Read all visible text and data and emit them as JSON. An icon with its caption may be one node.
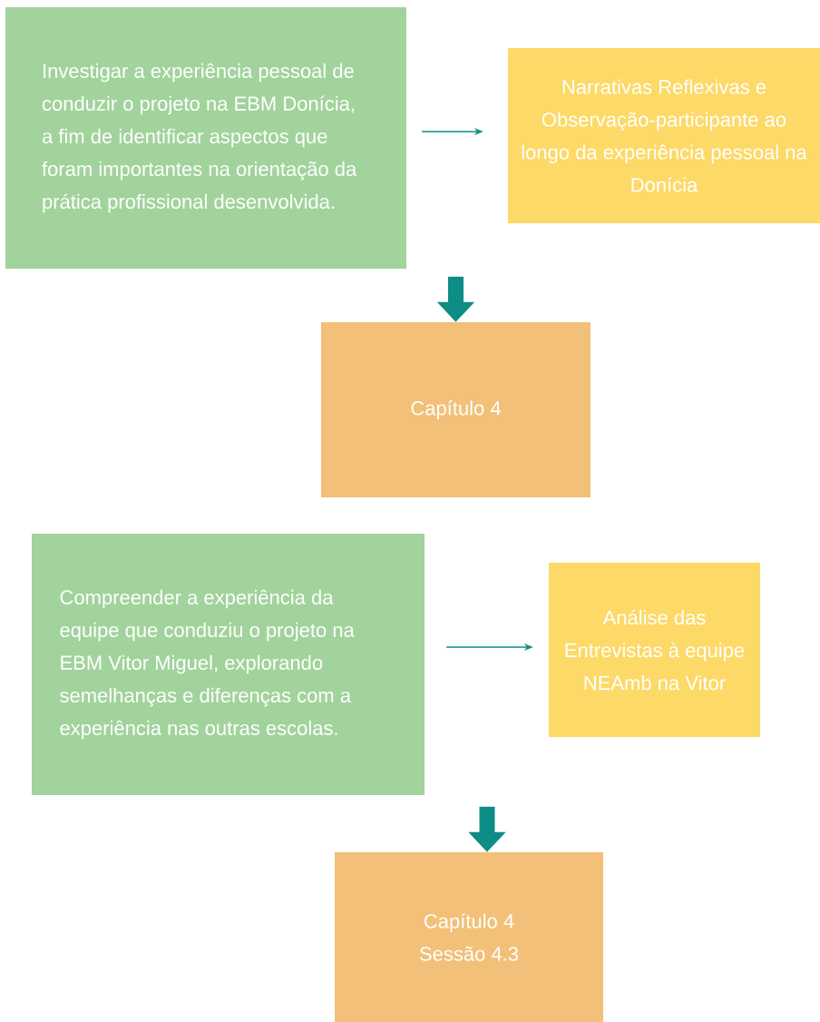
{
  "diagram": {
    "nodes": [
      {
        "text": [
          "Investigar a experiência pessoal de conduzir o projeto na EBM Donícia, a fim de identificar aspectos que foram importantes na orientação da prática profissional desenvolvida."
        ]
      },
      {
        "text": [
          "Narrativas Reflexivas e Observação-participante ao longo da experiência pessoal na Donícia"
        ]
      },
      {
        "text": [
          "Capítulo 4"
        ]
      },
      {
        "text": [
          "Compreender a experiência da equipe que conduziu o projeto na EBM Vitor Miguel, explorando semelhanças e diferenças com a experiência nas outras escolas."
        ]
      },
      {
        "text": [
          "Análise das Entrevistas à equipe NEAmb na Vitor"
        ]
      },
      {
        "text": [
          "Capítulo 4",
          "Sessão 4.3"
        ]
      }
    ],
    "edges": [
      {
        "from": 0,
        "to": 1,
        "arrow": "to"
      },
      {
        "from": null,
        "to": 2,
        "arrow": "to",
        "style": "thick"
      },
      {
        "from": 3,
        "to": 4,
        "arrow": "to"
      },
      {
        "from": null,
        "to": 5,
        "arrow": "to",
        "style": "thick"
      }
    ]
  }
}
